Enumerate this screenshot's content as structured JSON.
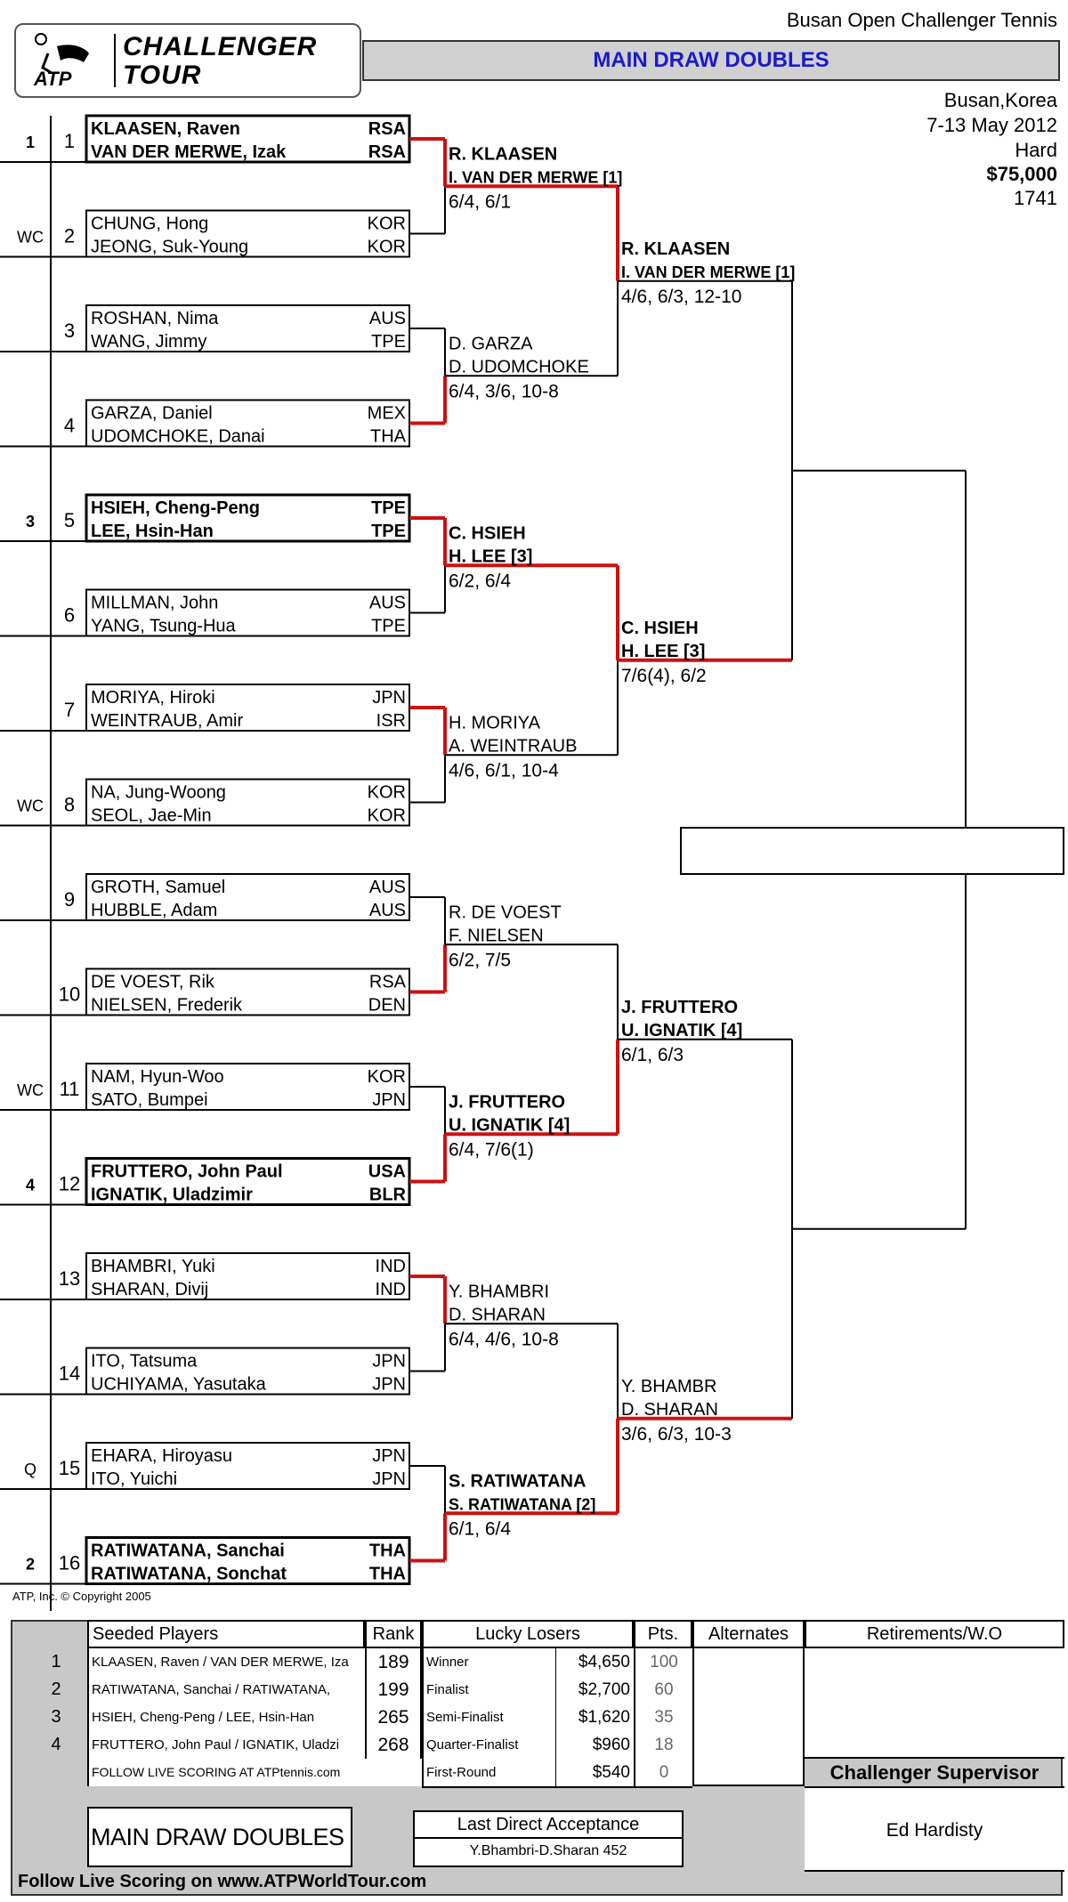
{
  "tournament": {
    "name": "Busan Open Challenger Tennis",
    "draw_title": "MAIN DRAW DOUBLES",
    "location": "Busan,Korea",
    "dates": "7-13 May 2012",
    "surface": "Hard",
    "prize": "$75,000",
    "code": "1741"
  },
  "logo": {
    "line1": "CHALLENGER",
    "line2": "TOUR",
    "brand": "ATP"
  },
  "copyright": "ATP, Inc. © Copyright 2005",
  "draw": [
    {
      "pos": "1",
      "seed": "1",
      "p1": "KLAASEN, Raven",
      "c1": "RSA",
      "p2": "VAN DER MERWE, Izak",
      "c2": "RSA",
      "bold": true
    },
    {
      "pos": "2",
      "seed": "WC",
      "p1": "CHUNG, Hong",
      "c1": "KOR",
      "p2": "JEONG, Suk-Young",
      "c2": "KOR",
      "bold": false
    },
    {
      "pos": "3",
      "seed": "",
      "p1": "ROSHAN, Nima",
      "c1": "AUS",
      "p2": "WANG, Jimmy",
      "c2": "TPE",
      "bold": false
    },
    {
      "pos": "4",
      "seed": "",
      "p1": "GARZA, Daniel",
      "c1": "MEX",
      "p2": "UDOMCHOKE, Danai",
      "c2": "THA",
      "bold": false
    },
    {
      "pos": "5",
      "seed": "3",
      "p1": "HSIEH, Cheng-Peng",
      "c1": "TPE",
      "p2": "LEE, Hsin-Han",
      "c2": "TPE",
      "bold": true
    },
    {
      "pos": "6",
      "seed": "",
      "p1": "MILLMAN, John",
      "c1": "AUS",
      "p2": "YANG, Tsung-Hua",
      "c2": "TPE",
      "bold": false
    },
    {
      "pos": "7",
      "seed": "",
      "p1": "MORIYA, Hiroki",
      "c1": "JPN",
      "p2": "WEINTRAUB, Amir",
      "c2": "ISR",
      "bold": false
    },
    {
      "pos": "8",
      "seed": "WC",
      "p1": "NA, Jung-Woong",
      "c1": "KOR",
      "p2": "SEOL, Jae-Min",
      "c2": "KOR",
      "bold": false
    },
    {
      "pos": "9",
      "seed": "",
      "p1": "GROTH, Samuel",
      "c1": "AUS",
      "p2": "HUBBLE, Adam",
      "c2": "AUS",
      "bold": false
    },
    {
      "pos": "10",
      "seed": "",
      "p1": "DE VOEST, Rik",
      "c1": "RSA",
      "p2": "NIELSEN, Frederik",
      "c2": "DEN",
      "bold": false
    },
    {
      "pos": "11",
      "seed": "WC",
      "p1": "NAM, Hyun-Woo",
      "c1": "KOR",
      "p2": "SATO, Bumpei",
      "c2": "JPN",
      "bold": false
    },
    {
      "pos": "12",
      "seed": "4",
      "p1": "FRUTTERO, John Paul",
      "c1": "USA",
      "p2": "IGNATIK, Uladzimir",
      "c2": "BLR",
      "bold": true
    },
    {
      "pos": "13",
      "seed": "",
      "p1": "BHAMBRI, Yuki",
      "c1": "IND",
      "p2": "SHARAN, Divij",
      "c2": "IND",
      "bold": false
    },
    {
      "pos": "14",
      "seed": "",
      "p1": "ITO, Tatsuma",
      "c1": "JPN",
      "p2": "UCHIYAMA, Yasutaka",
      "c2": "JPN",
      "bold": false
    },
    {
      "pos": "15",
      "seed": "Q",
      "p1": "EHARA, Hiroyasu",
      "c1": "JPN",
      "p2": "ITO, Yuichi",
      "c2": "JPN",
      "bold": false
    },
    {
      "pos": "16",
      "seed": "2",
      "p1": "RATIWATANA, Sanchai",
      "c1": "THA",
      "p2": "RATIWATANA, Sonchat",
      "c2": "THA",
      "bold": true
    }
  ],
  "round2": [
    {
      "l1": "R. KLAASEN",
      "l2": "I. VAN DER MERWE [1]",
      "score": "6/4, 6/1",
      "bold": true
    },
    {
      "l1": "D. GARZA",
      "l2": "D. UDOMCHOKE",
      "score": "6/4, 3/6, 10-8",
      "bold": false
    },
    {
      "l1": "C. HSIEH",
      "l2": "H. LEE [3]",
      "score": "6/2, 6/4",
      "bold": true
    },
    {
      "l1": "H. MORIYA",
      "l2": "A. WEINTRAUB",
      "score": "4/6, 6/1, 10-4",
      "bold": false
    },
    {
      "l1": "R. DE VOEST",
      "l2": "F. NIELSEN",
      "score": "6/2, 7/5",
      "bold": false
    },
    {
      "l1": "J. FRUTTERO",
      "l2": "U. IGNATIK [4]",
      "score": "6/4, 7/6(1)",
      "bold": true
    },
    {
      "l1": "Y. BHAMBRI",
      "l2": "D. SHARAN",
      "score": "6/4, 4/6, 10-8",
      "bold": false
    },
    {
      "l1": "S. RATIWATANA",
      "l2": "S. RATIWATANA [2]",
      "score": "6/1, 6/4",
      "bold": true
    }
  ],
  "round3": [
    {
      "l1": "R. KLAASEN",
      "l2": "I. VAN DER MERWE [1]",
      "score": "4/6, 6/3, 12-10",
      "bold": true
    },
    {
      "l1": "C. HSIEH",
      "l2": "H. LEE [3]",
      "score": "7/6(4), 6/2",
      "bold": true
    },
    {
      "l1": "J. FRUTTERO",
      "l2": "U. IGNATIK [4]",
      "score": "6/1, 6/3",
      "bold": true
    },
    {
      "l1": "Y. BHAMBR",
      "l2": "D. SHARAN",
      "score": "3/6, 6/3, 10-3",
      "bold": false
    }
  ],
  "footer": {
    "seeded_header": "Seeded Players",
    "rank_header": "Rank",
    "lucky_header": "Lucky Losers",
    "pts_header": "Pts.",
    "alt_header": "Alternates",
    "ret_header": "Retirements/W.O",
    "seeds": [
      {
        "num": "1",
        "name": "KLAASEN, Raven / VAN DER MERWE, Iza",
        "rank": "189"
      },
      {
        "num": "2",
        "name": "RATIWATANA, Sanchai / RATIWATANA,",
        "rank": "199"
      },
      {
        "num": "3",
        "name": "HSIEH, Cheng-Peng / LEE, Hsin-Han",
        "rank": "265"
      },
      {
        "num": "4",
        "name": "FRUTTERO, John Paul / IGNATIK, Uladzi",
        "rank": "268"
      }
    ],
    "prizes": [
      {
        "round": "Winner",
        "money": "$4,650",
        "pts": "100"
      },
      {
        "round": "Finalist",
        "money": "$2,700",
        "pts": "60"
      },
      {
        "round": "Semi-Finalist",
        "money": "$1,620",
        "pts": "35"
      },
      {
        "round": "Quarter-Finalist",
        "money": "$960",
        "pts": "18"
      },
      {
        "round": "First-Round",
        "money": "$540",
        "pts": "0"
      }
    ],
    "follow_small": "FOLLOW LIVE SCORING AT ATPtennis.com",
    "supervisor_label": "Challenger Supervisor",
    "supervisor_name": "Ed Hardisty",
    "big_title": "MAIN DRAW DOUBLES",
    "lda_label": "Last Direct Acceptance",
    "lda_value": "Y.Bhambri-D.Sharan 452",
    "follow_big": "Follow Live Scoring on www.ATPWorldTour.com"
  },
  "colors": {
    "winner_line": "#cc1111",
    "title_blue": "#1a1acc",
    "header_gray": "#d0d0d0",
    "panel_gray": "#c8c8c8"
  }
}
